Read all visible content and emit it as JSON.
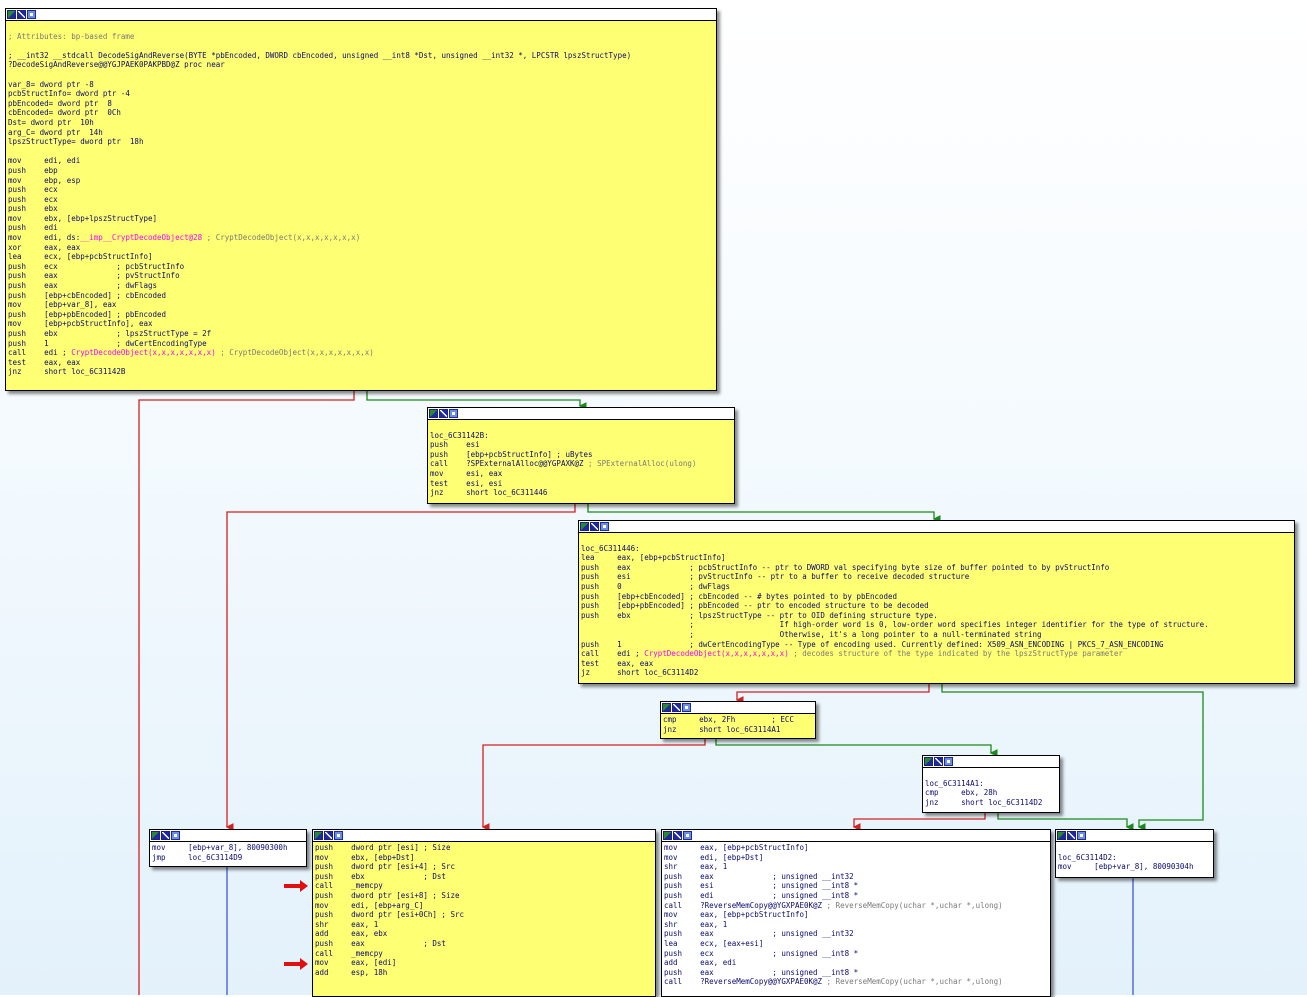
{
  "nodes": [
    {
      "id": "decode-sig-and-reverse",
      "lines": [
        {
          "text": ""
        },
        {
          "text": "; Attributes: bp-based frame",
          "kind": "comment"
        },
        {
          "text": ""
        },
        {
          "text": "; __int32 __stdcall DecodeSigAndReverse(BYTE *pbEncoded, DWORD cbEncoded, unsigned __int8 *Dst, unsigned __int32 *, LPCSTR lpszStructType)"
        },
        {
          "text": "?DecodeSigAndReverse@@YGJPAEK0PAKPBD@Z proc near"
        },
        {
          "text": ""
        },
        {
          "text": "var_8= dword ptr -8"
        },
        {
          "text": "pcbStructInfo= dword ptr -4"
        },
        {
          "text": "pbEncoded= dword ptr  8"
        },
        {
          "text": "cbEncoded= dword ptr  0Ch"
        },
        {
          "text": "Dst= dword ptr  10h"
        },
        {
          "text": "arg_C= dword ptr  14h"
        },
        {
          "text": "lpszStructType= dword ptr  18h"
        },
        {
          "text": ""
        },
        {
          "text": "mov     edi, edi"
        },
        {
          "text": "push    ebp"
        },
        {
          "text": "mov     ebp, esp"
        },
        {
          "text": "push    ecx"
        },
        {
          "text": "push    ecx"
        },
        {
          "text": "push    ebx"
        },
        {
          "text": "mov     ebx, [ebp+lpszStructType]"
        },
        {
          "text": "push    edi"
        },
        {
          "text": "mov     edi, ds:",
          "fn": "__imp__CryptDecodeObject@28",
          "tail": " ; CryptDecodeObject(x,x,x,x,x,x,x)"
        },
        {
          "text": "xor     eax, eax"
        },
        {
          "text": "lea     ecx, [ebp+pcbStructInfo]"
        },
        {
          "text": "push    ecx             ; pcbStructInfo"
        },
        {
          "text": "push    eax             ; pvStructInfo"
        },
        {
          "text": "push    eax             ; dwFlags"
        },
        {
          "text": "push    [ebp+cbEncoded] ; cbEncoded"
        },
        {
          "text": "mov     [ebp+var_8], eax"
        },
        {
          "text": "push    [ebp+pbEncoded] ; pbEncoded"
        },
        {
          "text": "mov     [ebp+pcbStructInfo], eax"
        },
        {
          "text": "push    ebx             ; lpszStructType = 2f"
        },
        {
          "text": "push    1               ; dwCertEncodingType"
        },
        {
          "text": "call    edi ; ",
          "fn": "CryptDecodeObject(x,x,x,x,x,x,x)",
          "tail": " ; CryptDecodeObject(x,x,x,x,x,x,x)"
        },
        {
          "text": "test    eax, eax"
        },
        {
          "text": "jnz     short loc_6C31142B"
        }
      ]
    },
    {
      "id": "loc-6c31142b",
      "lines": [
        {
          "text": ""
        },
        {
          "text": "loc_6C31142B:"
        },
        {
          "text": "push    esi"
        },
        {
          "text": "push    [ebp+pcbStructInfo] ; uBytes"
        },
        {
          "text": "call    ?SPExternalAlloc@@YGPAXK@Z",
          "tail": " ; SPExternalAlloc(ulong)"
        },
        {
          "text": "mov     esi, eax"
        },
        {
          "text": "test    esi, esi"
        },
        {
          "text": "jnz     short loc_6C311446"
        }
      ]
    },
    {
      "id": "loc-6c311446",
      "lines": [
        {
          "text": ""
        },
        {
          "text": "loc_6C311446:"
        },
        {
          "text": "lea     eax, [ebp+pcbStructInfo]"
        },
        {
          "text": "push    eax             ; pcbStructInfo -- ptr to DWORD val specifying byte size of buffer pointed to by pvStructInfo"
        },
        {
          "text": "push    esi             ; pvStructInfo -- ptr to a buffer to receive decoded structure"
        },
        {
          "text": "push    0               ; dwFlags"
        },
        {
          "text": "push    [ebp+cbEncoded] ; cbEncoded -- # bytes pointed to by pbEncoded"
        },
        {
          "text": "push    [ebp+pbEncoded] ; pbEncoded -- ptr to encoded structure to be decoded"
        },
        {
          "text": "push    ebx             ; lpszStructType -- ptr to OID defining structure type."
        },
        {
          "text": "                        ;                   If high-order word is 0, low-order word specifies integer identifier for the type of structure."
        },
        {
          "text": "                        ;                   Otherwise, it's a long pointer to a null-terminated string"
        },
        {
          "text": "push    1               ; dwCertEncodingType -- Type of encoding used. Currently defined: X509_ASN_ENCODING | PKCS_7_ASN_ENCODING"
        },
        {
          "text": "call    edi ; ",
          "fn": "CryptDecodeObject(x,x,x,x,x,x,x)",
          "tail": " ; decodes structure of the type indicated by the lpszStructType parameter"
        },
        {
          "text": "test    eax, eax"
        },
        {
          "text": "jz      short loc_6C3114D2"
        }
      ]
    },
    {
      "id": "cmp-ebx-2fh",
      "lines": [
        {
          "text": "cmp     ebx, 2Fh        ; ECC"
        },
        {
          "text": "jnz     short loc_6C3114A1"
        }
      ]
    },
    {
      "id": "loc-6c3114a1",
      "lines": [
        {
          "text": ""
        },
        {
          "text": "loc_6C3114A1:"
        },
        {
          "text": "cmp     ebx, 28h"
        },
        {
          "text": "jnz     short loc_6C3114D2"
        }
      ]
    },
    {
      "id": "mov-var8-80090300h",
      "lines": [
        {
          "text": "mov     [ebp+var_8], 80090300h"
        },
        {
          "text": "jmp     loc_6C3114D9"
        }
      ]
    },
    {
      "id": "memcpy-block",
      "lines": [
        {
          "text": "push    dword ptr [esi] ; Size"
        },
        {
          "text": "mov     ebx, [ebp+Dst]"
        },
        {
          "text": "push    dword ptr [esi+4] ; Src"
        },
        {
          "text": "push    ebx             ; Dst"
        },
        {
          "text": "call    _memcpy"
        },
        {
          "text": "push    dword ptr [esi+8] ; Size"
        },
        {
          "text": "mov     edi, [ebp+arg_C]"
        },
        {
          "text": "push    dword ptr [esi+0Ch] ; Src"
        },
        {
          "text": "shr     eax, 1"
        },
        {
          "text": "add     eax, ebx"
        },
        {
          "text": "push    eax             ; Dst"
        },
        {
          "text": "call    _memcpy"
        },
        {
          "text": "mov     eax, [edi]"
        },
        {
          "text": "add     esp, 18h"
        }
      ]
    },
    {
      "id": "reverse-mem-copy-block",
      "lines": [
        {
          "text": "mov     eax, [ebp+pcbStructInfo]"
        },
        {
          "text": "mov     edi, [ebp+Dst]"
        },
        {
          "text": "shr     eax, 1"
        },
        {
          "text": "push    eax             ; unsigned __int32"
        },
        {
          "text": "push    esi             ; unsigned __int8 *"
        },
        {
          "text": "push    edi             ; unsigned __int8 *"
        },
        {
          "text": "call    ?ReverseMemCopy@@YGXPAE0K@Z",
          "tail": " ; ReverseMemCopy(uchar *,uchar *,ulong)"
        },
        {
          "text": "mov     eax, [ebp+pcbStructInfo]"
        },
        {
          "text": "shr     eax, 1"
        },
        {
          "text": "push    eax             ; unsigned __int32"
        },
        {
          "text": "lea     ecx, [eax+esi]"
        },
        {
          "text": "push    ecx             ; unsigned __int8 *"
        },
        {
          "text": "add     eax, edi"
        },
        {
          "text": "push    eax             ; unsigned __int8 *"
        },
        {
          "text": "call    ?ReverseMemCopy@@YGXPAE0K@Z",
          "tail": " ; ReverseMemCopy(uchar *,uchar *,ulong)"
        }
      ]
    },
    {
      "id": "loc-6c3114d2",
      "lines": [
        {
          "text": ""
        },
        {
          "text": "loc_6C3114D2:"
        },
        {
          "text": "mov     [ebp+var_8], 80090304h"
        }
      ]
    }
  ]
}
